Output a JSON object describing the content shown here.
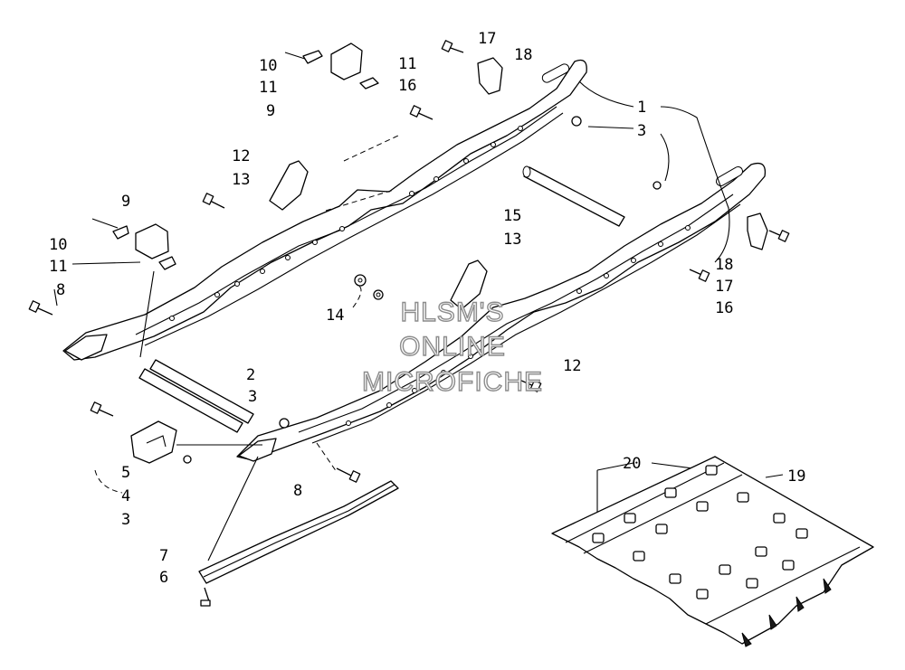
{
  "diagram": {
    "watermark": [
      "HLSM'S",
      "ONLINE",
      "MICROFICHE"
    ],
    "callouts": [
      {
        "id": "c-17a",
        "text": "17"
      },
      {
        "id": "c-18a",
        "text": "18"
      },
      {
        "id": "c-11a",
        "text": "11"
      },
      {
        "id": "c-10a",
        "text": "10"
      },
      {
        "id": "c-11b",
        "text": "11"
      },
      {
        "id": "c-16a",
        "text": "16"
      },
      {
        "id": "c-9a",
        "text": "9"
      },
      {
        "id": "c-1",
        "text": "1"
      },
      {
        "id": "c-3a",
        "text": "3"
      },
      {
        "id": "c-12a",
        "text": "12"
      },
      {
        "id": "c-13a",
        "text": "13"
      },
      {
        "id": "c-9b",
        "text": "9"
      },
      {
        "id": "c-15",
        "text": "15"
      },
      {
        "id": "c-13b",
        "text": "13"
      },
      {
        "id": "c-10b",
        "text": "10"
      },
      {
        "id": "c-11c",
        "text": "11"
      },
      {
        "id": "c-8a",
        "text": "8"
      },
      {
        "id": "c-18b",
        "text": "18"
      },
      {
        "id": "c-17b",
        "text": "17"
      },
      {
        "id": "c-16b",
        "text": "16"
      },
      {
        "id": "c-14",
        "text": "14"
      },
      {
        "id": "c-2",
        "text": "2"
      },
      {
        "id": "c-12b",
        "text": "12"
      },
      {
        "id": "c-3b",
        "text": "3"
      },
      {
        "id": "c-5",
        "text": "5"
      },
      {
        "id": "c-4",
        "text": "4"
      },
      {
        "id": "c-3c",
        "text": "3"
      },
      {
        "id": "c-8b",
        "text": "8"
      },
      {
        "id": "c-20",
        "text": "20"
      },
      {
        "id": "c-19",
        "text": "19"
      },
      {
        "id": "c-7",
        "text": "7"
      },
      {
        "id": "c-6",
        "text": "6"
      }
    ]
  }
}
